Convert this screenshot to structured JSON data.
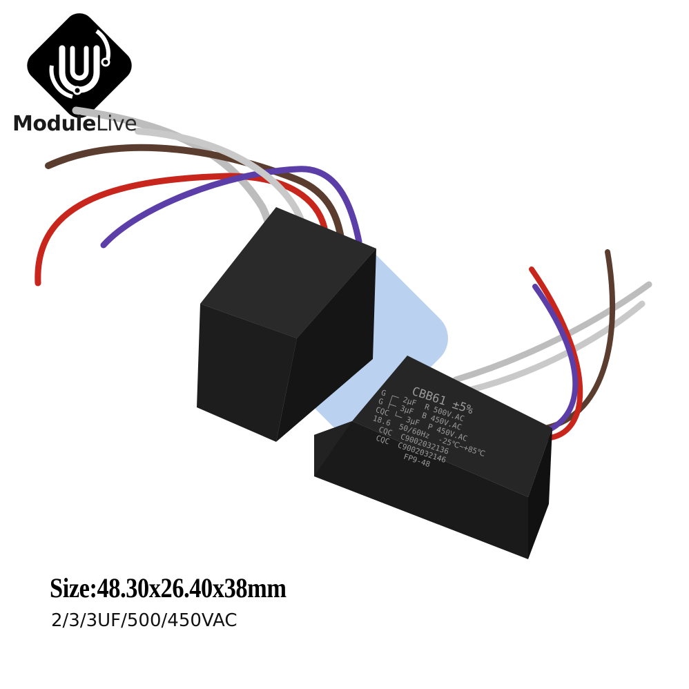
{
  "brand": {
    "logo_text_bold": "Module",
    "logo_text_light": "Live",
    "logo_color": "#000000"
  },
  "product": {
    "size_text": "Size:48.30x26.40x38mm",
    "spec_text": "2/3/3UF/500/450VAC",
    "label": {
      "model": "CBB61 ±5%",
      "lines": [
        "G ┌─ 2μF  R 500V.AC",
        "G ├─ 3μF  B 450V.AC",
        "CQC └─ 3μF  P 450V.AC",
        "18.6  50/60Hz  -25℃~+85℃",
        "  CQC  C9002032136",
        "  CQC  C9002032146",
        "         FP9-48"
      ]
    }
  },
  "colors": {
    "wire_red": "#c8261c",
    "wire_purple": "#5b3ea8",
    "wire_brown": "#5a3d2e",
    "wire_gray": "#bdbdbd",
    "body": "#1e1e1e",
    "watermark": "#3d7fd6"
  }
}
